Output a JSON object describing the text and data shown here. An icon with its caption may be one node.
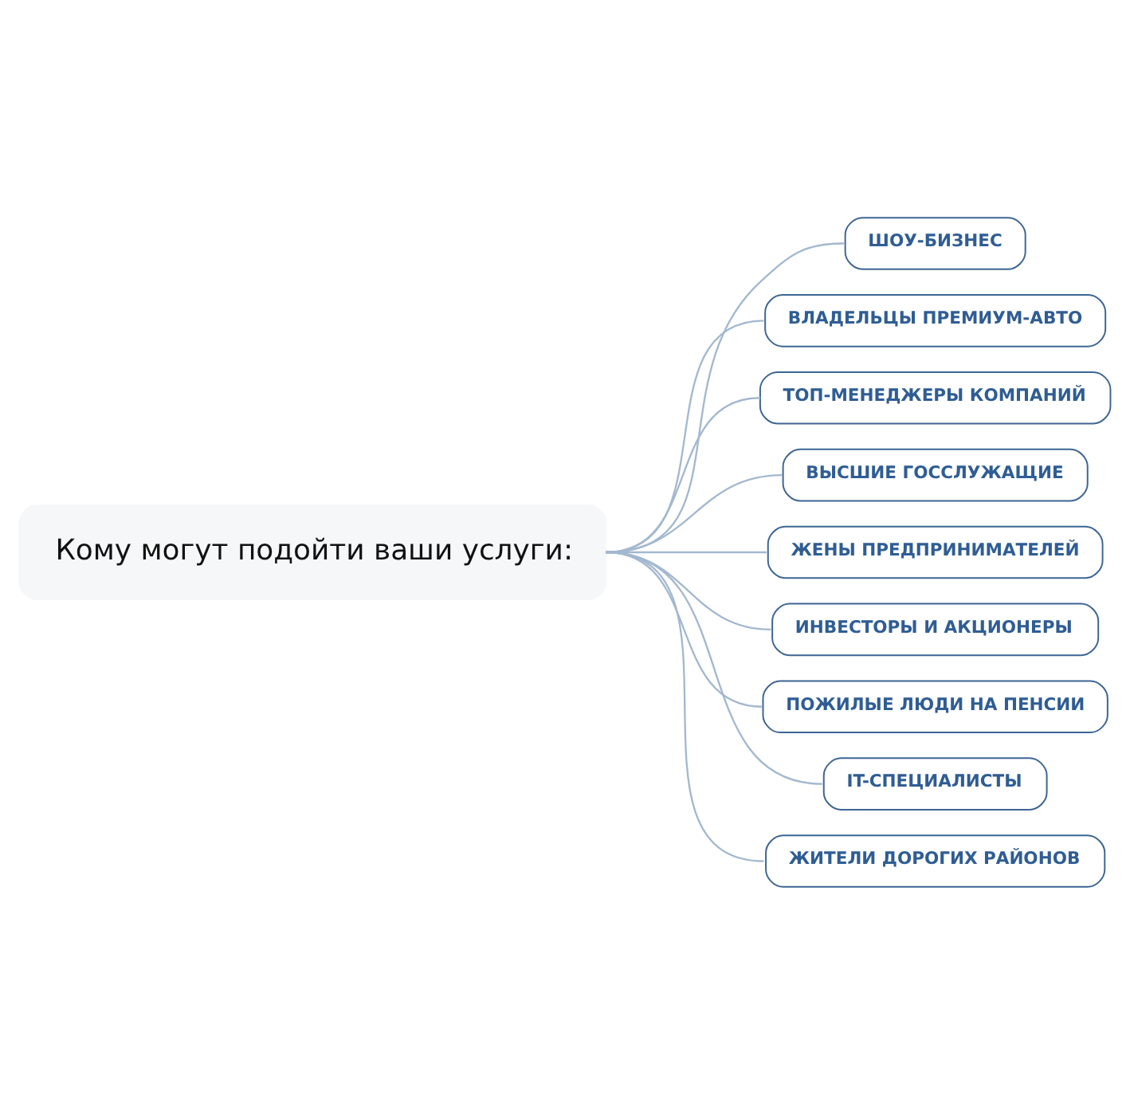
{
  "diagram": {
    "nodes": [
      {
        "text": [
          "Кому могут подойти ваши услуги:"
        ]
      },
      {
        "text": [
          "ШОУ-БИЗНЕС"
        ]
      },
      {
        "text": [
          "ВЛАДЕЛЬЦЫ ПРЕМИУМ-АВТО"
        ]
      },
      {
        "text": [
          "ТОП-МЕНЕДЖЕРЫ КОМПАНИЙ"
        ]
      },
      {
        "text": [
          "ВЫСШИЕ ГОССЛУЖАЩИЕ"
        ]
      },
      {
        "text": [
          "ЖЕНЫ ПРЕДПРИНИМАТЕЛЕЙ"
        ]
      },
      {
        "text": [
          "ИНВЕСТОРЫ И АКЦИОНЕРЫ"
        ]
      },
      {
        "text": [
          "ПОЖИЛЫЕ ЛЮДИ НА ПЕНСИИ"
        ]
      },
      {
        "text": [
          "IT-СПЕЦИАЛИСТЫ"
        ]
      },
      {
        "text": [
          "ЖИТЕЛИ ДОРОГИХ РАЙОНОВ"
        ]
      }
    ],
    "edges": [
      {
        "from": 0,
        "to": 1,
        "arrow": "none"
      },
      {
        "from": 0,
        "to": 2,
        "arrow": "none"
      },
      {
        "from": 0,
        "to": 3,
        "arrow": "none"
      },
      {
        "from": 0,
        "to": 4,
        "arrow": "none"
      },
      {
        "from": 0,
        "to": 5,
        "arrow": "none"
      },
      {
        "from": 0,
        "to": 6,
        "arrow": "none"
      },
      {
        "from": 0,
        "to": 7,
        "arrow": "none"
      },
      {
        "from": 0,
        "to": 8,
        "arrow": "none"
      },
      {
        "from": 0,
        "to": 9,
        "arrow": "none"
      }
    ]
  }
}
